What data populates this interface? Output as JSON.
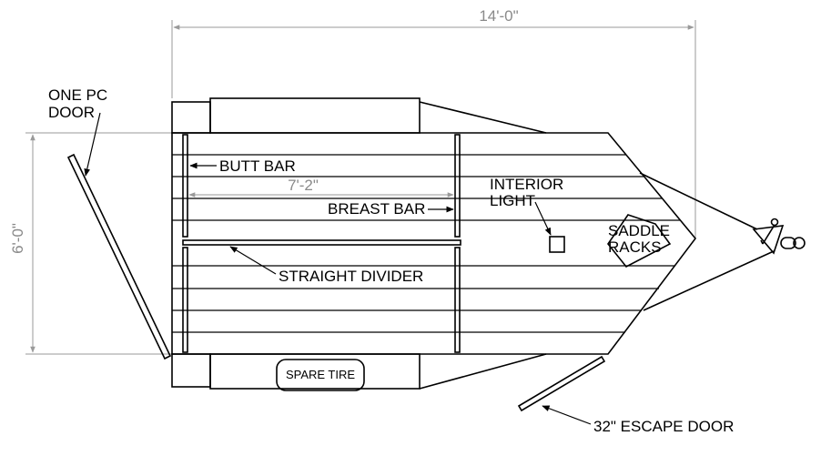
{
  "dimensions": {
    "overall_length": "14'-0\"",
    "width": "6'-0\"",
    "interior": "7'-2\""
  },
  "labels": {
    "one_pc_door_line1": "ONE PC",
    "one_pc_door_line2": "DOOR",
    "butt_bar": "BUTT BAR",
    "breast_bar": "BREAST BAR",
    "interior_light_line1": "INTERIOR",
    "interior_light_line2": "LIGHT",
    "saddle_racks_line1": "SADDLE",
    "saddle_racks_line2": "RACKS",
    "straight_divider": "STRAIGHT DIVIDER",
    "spare_tire": "SPARE TIRE",
    "escape_door": "32\" ESCAPE DOOR"
  }
}
